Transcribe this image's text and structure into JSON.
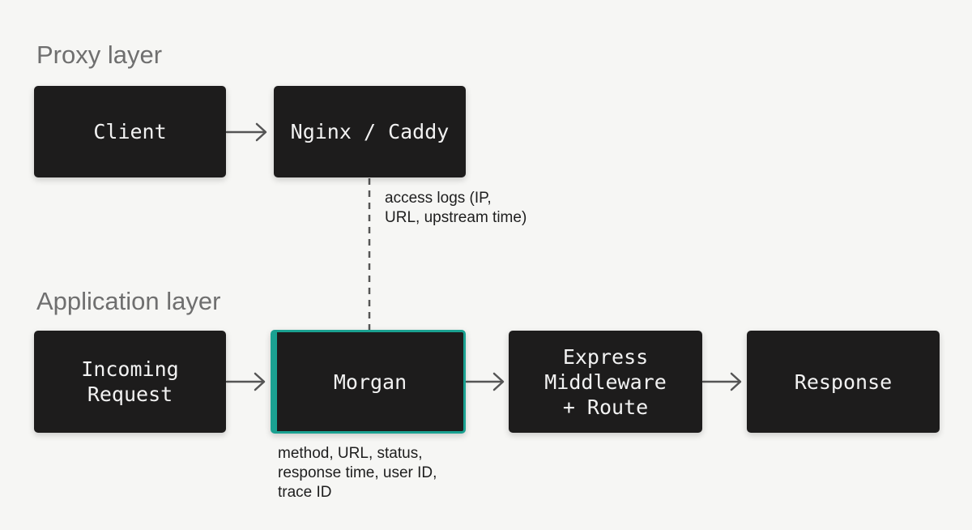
{
  "colors": {
    "background": "#f6f6f4",
    "box_fill": "#1d1c1c",
    "box_text": "#f2f2f2",
    "highlight_border": "#1aa191",
    "arrow": "#555555",
    "section_title": "#6f6f6f"
  },
  "proxy_layer": {
    "title": "Proxy layer",
    "nodes": {
      "client": "Client",
      "proxy": "Nginx / Caddy"
    },
    "annotation": "access logs (IP,\nURL, upstream time)"
  },
  "application_layer": {
    "title": "Application layer",
    "nodes": {
      "incoming": "Incoming\nRequest",
      "morgan": "Morgan",
      "express": "Express\nMiddleware\n+ Route",
      "response": "Response"
    },
    "annotation": "method, URL, status,\nresponse time, user ID,\ntrace ID"
  }
}
